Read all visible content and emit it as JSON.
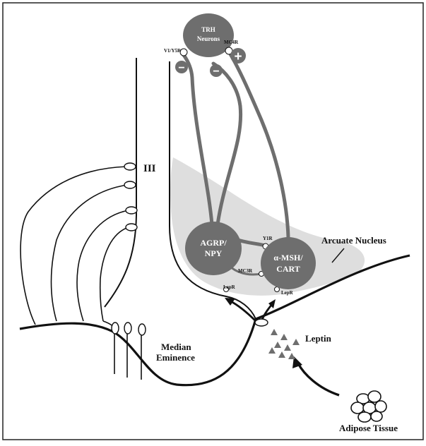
{
  "labels": {
    "trh_line1": "TRH",
    "trh_line2": "Neurons",
    "v_receptor": "V1/Y5R",
    "mc4r": "MC4R",
    "third_ventricle": "III",
    "y1r": "Y1R",
    "arcuate_nucleus": "Arcuate Nucleus",
    "agrp_line1": "AGRP/",
    "agrp_line2": "NPY",
    "msh_line1": "α-MSH/",
    "msh_line2": "CART",
    "mc3r": "MC3R",
    "lepr_left": "LepR",
    "lepr_right": "LepR",
    "leptin": "Leptin",
    "median_line1": "Median",
    "median_line2": "Eminence",
    "adipose": "Adipose Tissue"
  },
  "signs": {
    "minus_left": "−",
    "minus_right": "−",
    "plus": "+"
  },
  "colors": {
    "neuron_fill": "#6e6e6e",
    "axon": "#6e6e6e",
    "arcuate_fill": "#dedede",
    "line": "#111111"
  }
}
